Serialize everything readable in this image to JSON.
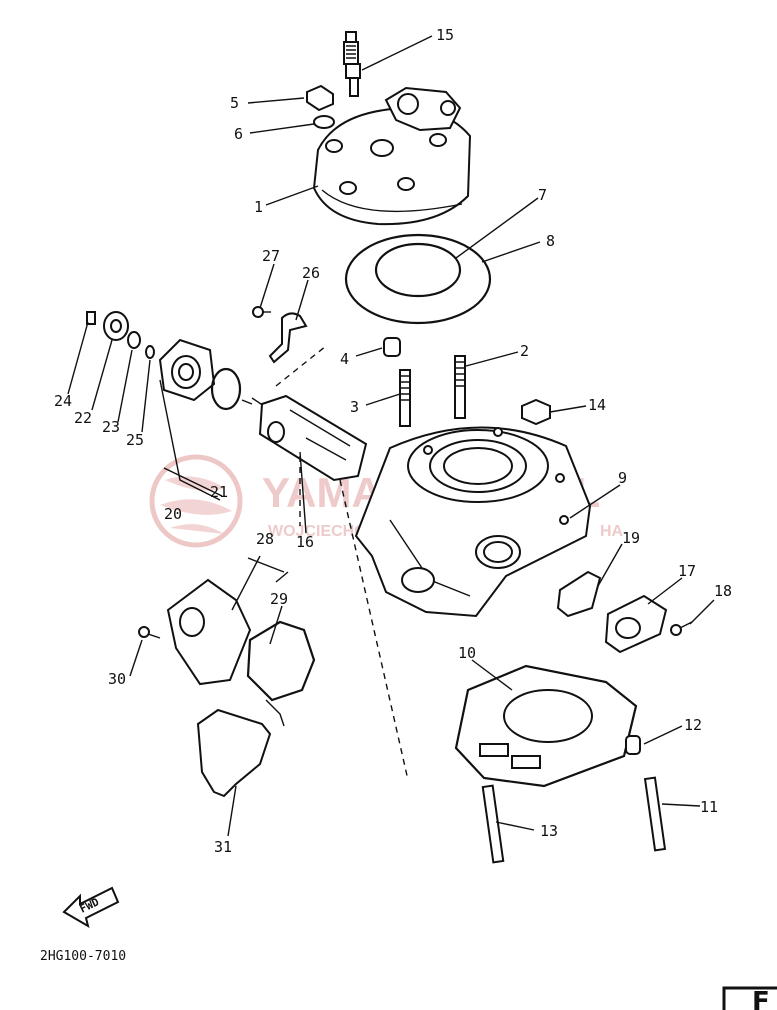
{
  "diagram": {
    "part_numbers": [
      "15",
      "5",
      "6",
      "1",
      "7",
      "8",
      "27",
      "26",
      "2",
      "4",
      "3",
      "14",
      "24",
      "22",
      "23",
      "25",
      "21",
      "20",
      "16",
      "9",
      "28",
      "19",
      "17",
      "18",
      "29",
      "30",
      "10",
      "12",
      "11",
      "13",
      "31"
    ],
    "watermark": {
      "main": "YAMA",
      "suffix": ".PL",
      "sub_left": "WOJCIECHO",
      "sub_right": "HA"
    },
    "fwd_label": "FWD",
    "diagram_code": "2HG100-7010",
    "corner_fragment": "F"
  }
}
